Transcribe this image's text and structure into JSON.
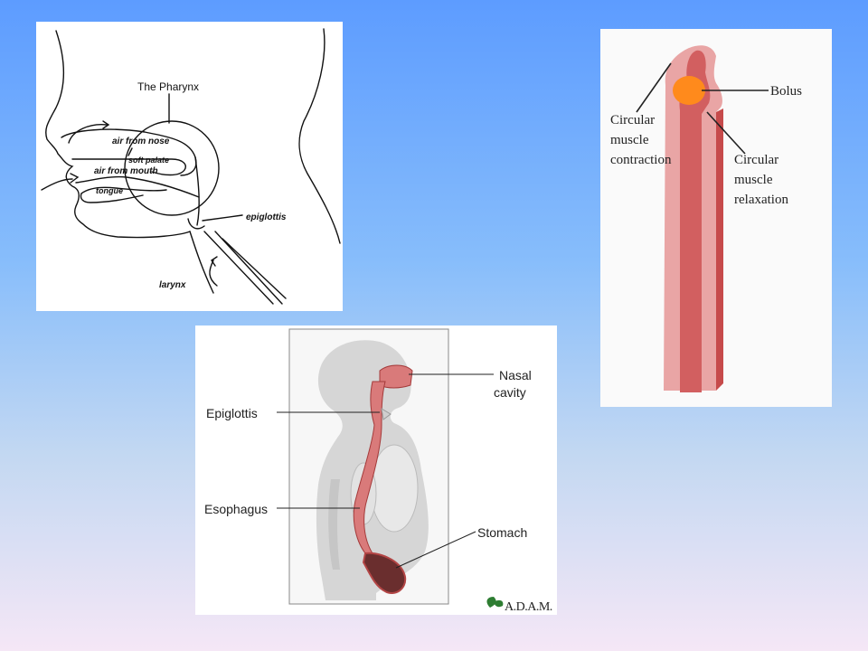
{
  "pharynx_diagram": {
    "title": "The Pharynx",
    "labels": {
      "air_from_nose": "air from nose",
      "soft_palate": "soft palate",
      "air_from_mouth": "air from mouth",
      "tongue": "tongue",
      "epiglottis": "epiglottis",
      "larynx": "larynx"
    }
  },
  "peristalsis_diagram": {
    "labels": {
      "bolus": "Bolus",
      "contraction": [
        "Circular",
        "muscle",
        "contraction"
      ],
      "relaxation": [
        "Circular",
        "muscle",
        "relaxation"
      ]
    },
    "colors": {
      "outer": "#e9a5a5",
      "inner": "#d25f60",
      "bolus": "#ff8a1c"
    }
  },
  "digestive_tract_diagram": {
    "labels": {
      "nasal_cavity": [
        "Nasal",
        "cavity"
      ],
      "epiglottis": "Epiglottis",
      "esophagus": "Esophagus",
      "stomach": "Stomach"
    },
    "logo_text": "A.D.A.M."
  }
}
